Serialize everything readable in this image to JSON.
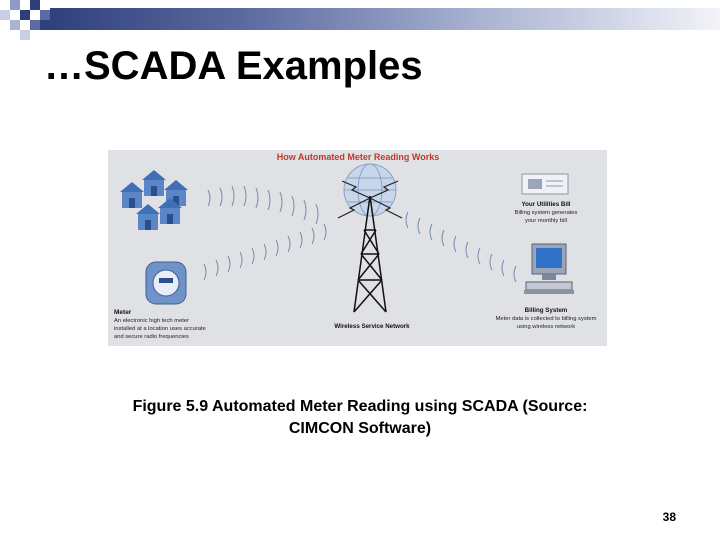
{
  "slide": {
    "title": "…SCADA Examples",
    "caption_line1": "Figure 5.9 Automated Meter Reading using SCADA (Source:",
    "caption_line2": "CIMCON Software)",
    "page_number": "38"
  },
  "figure": {
    "heading": "How Automated Meter Reading Works",
    "meter_title": "Meter",
    "meter_desc_line1": "An electronic high tech meter",
    "meter_desc_line2": "installed at a location uses accurate",
    "meter_desc_line3": "and secure radio frequencies",
    "network_label": "Wireless Service Network",
    "bill_title": "Your Utilities Bill",
    "bill_desc_line1": "Billing system generates",
    "bill_desc_line2": "your monthly bill",
    "billing_title": "Billing System",
    "billing_desc_line1": "Meter data is collected to billing system",
    "billing_desc_line2": "using wireless network"
  },
  "colors": {
    "heading": "#c0392b",
    "house": "#5a86c8",
    "wave": "#7a8fb0"
  }
}
